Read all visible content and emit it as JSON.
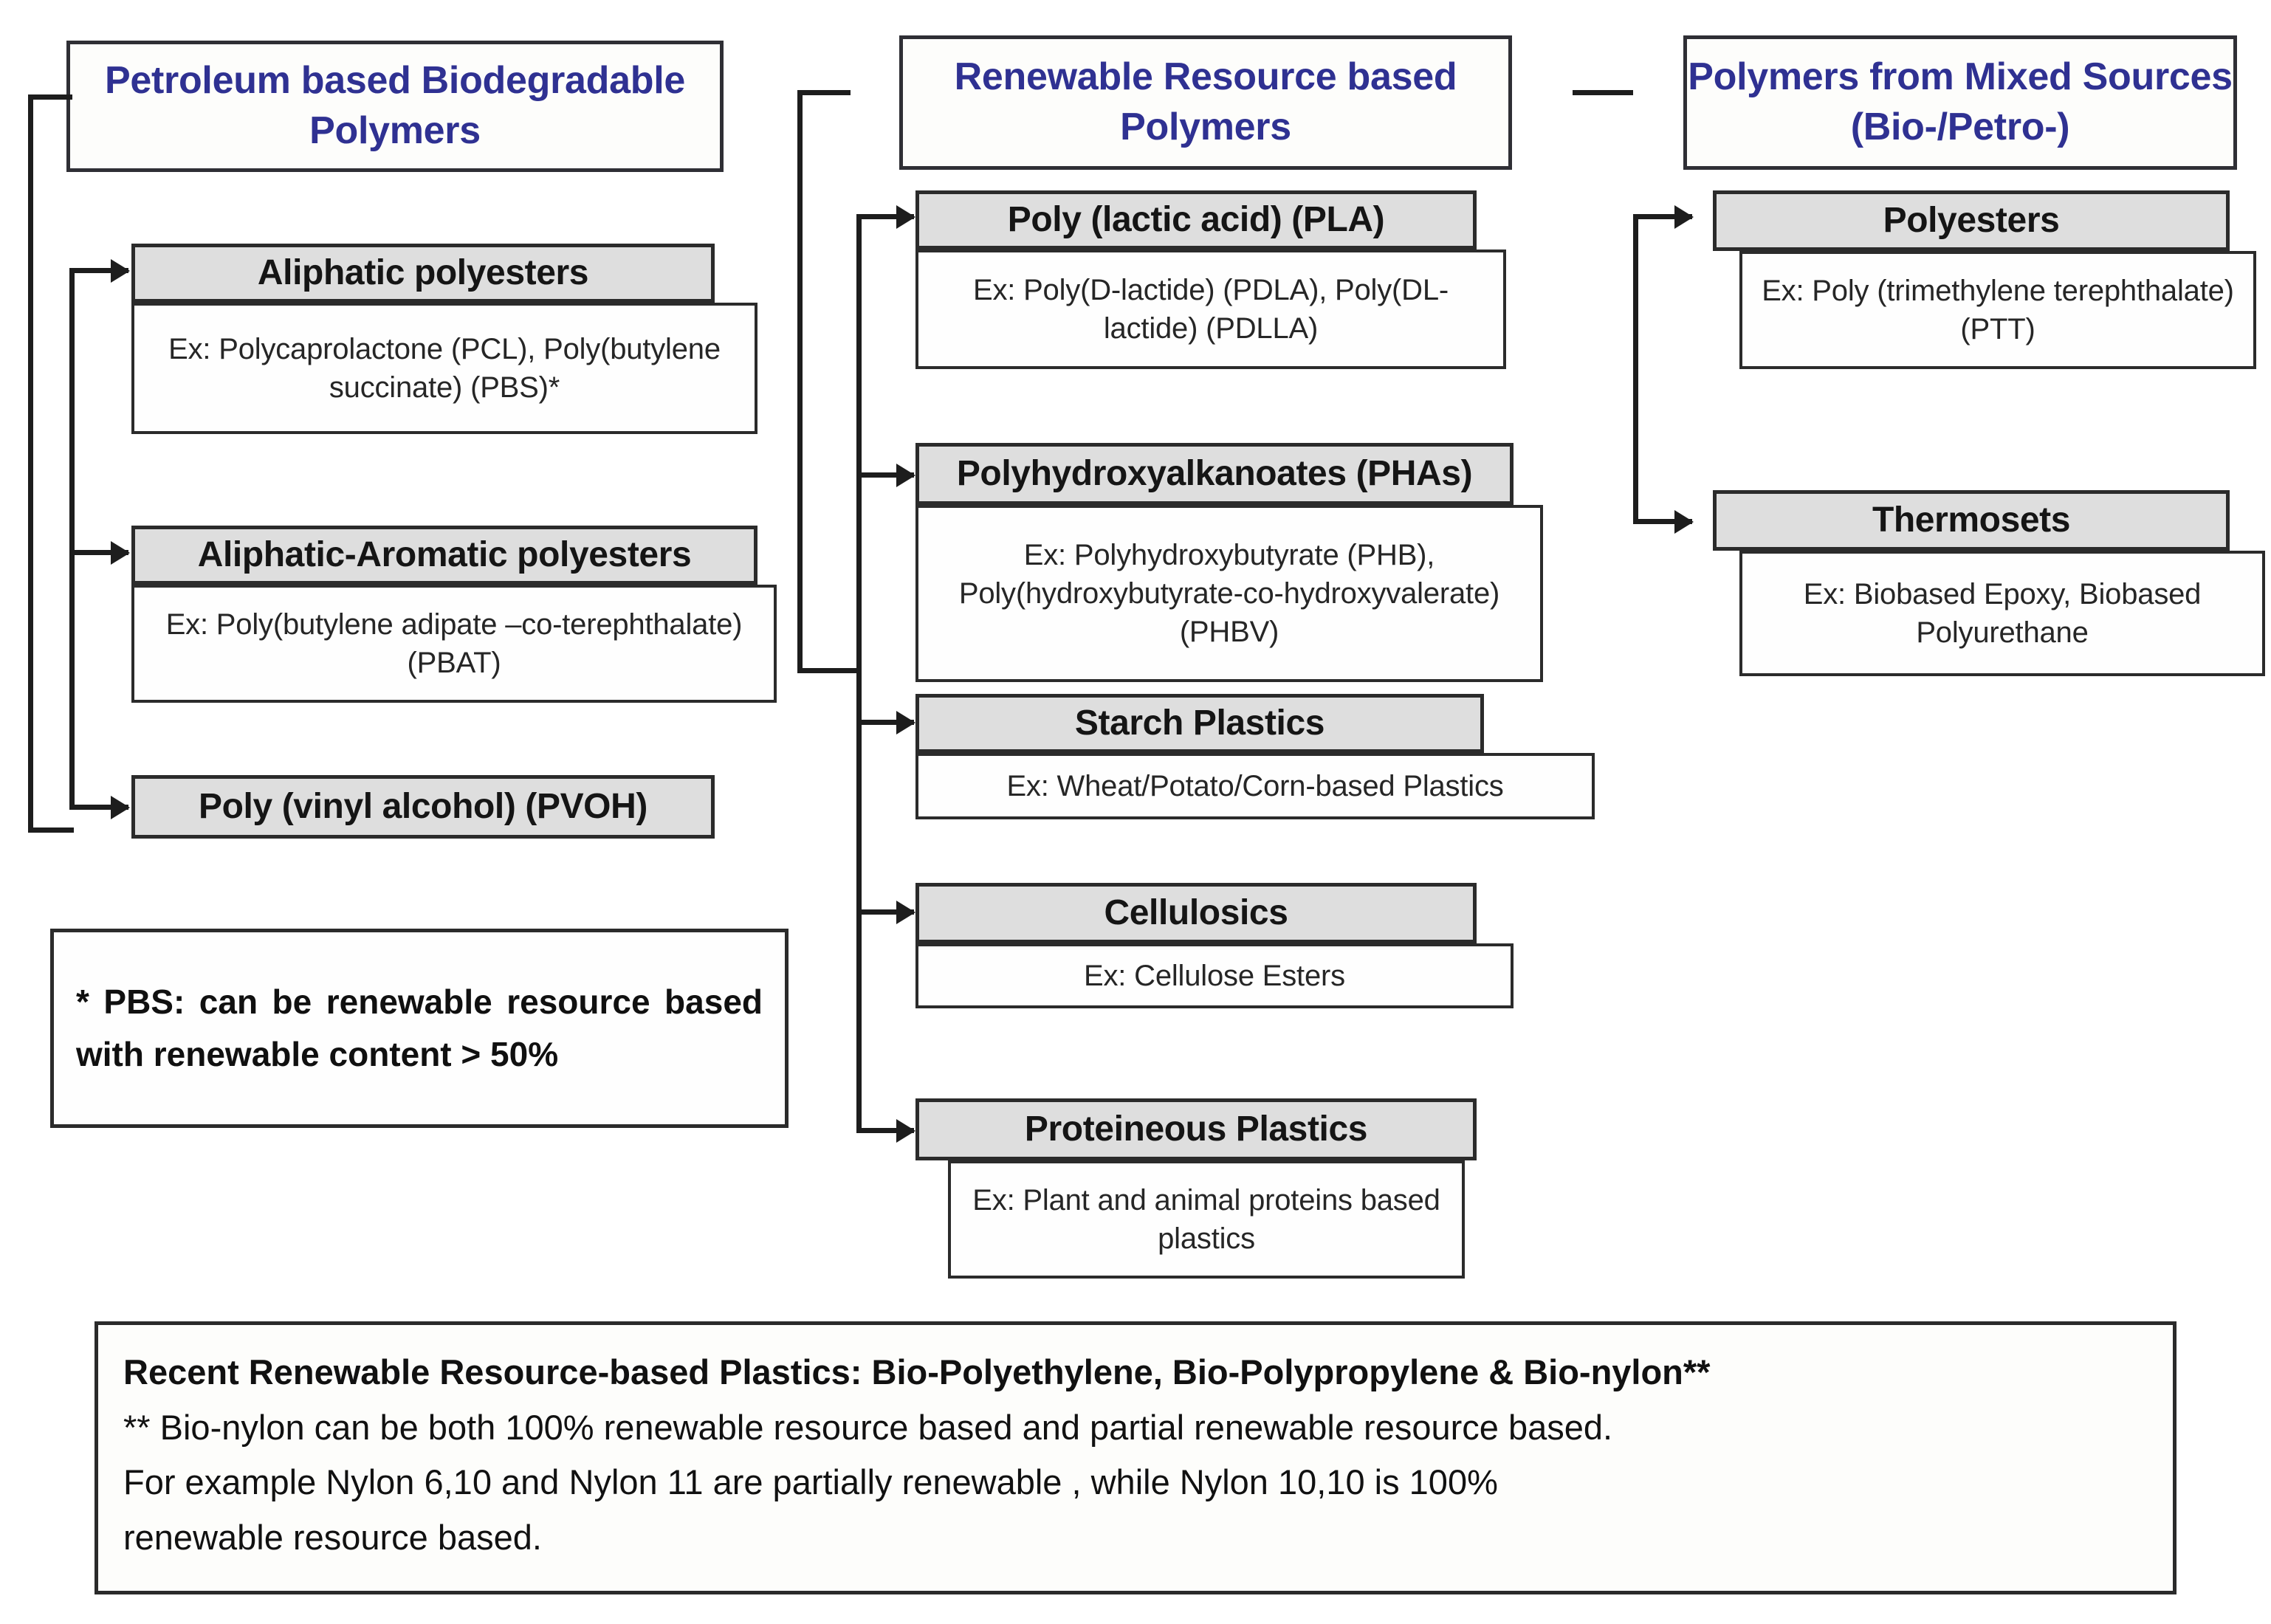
{
  "diagram": {
    "columns": [
      {
        "id": "petroleum",
        "title": "Petroleum based Biodegradable Polymers",
        "items": [
          {
            "category": "Aliphatic polyesters",
            "example": "Ex: Polycaprolactone (PCL), Poly(butylene succinate) (PBS)*"
          },
          {
            "category": "Aliphatic-Aromatic polyesters",
            "example": "Ex: Poly(butylene adipate –co-terephthalate) (PBAT)"
          },
          {
            "category": "Poly (vinyl alcohol) (PVOH)",
            "example": ""
          }
        ],
        "note": "*  PBS: can be renewable resource based with renewable content > 50%"
      },
      {
        "id": "renewable",
        "title": "Renewable Resource based Polymers",
        "items": [
          {
            "category": "Poly (lactic acid) (PLA)",
            "example": "Ex: Poly(D-lactide) (PDLA), Poly(DL-lactide) (PDLLA)"
          },
          {
            "category": "Polyhydroxyalkanoates (PHAs)",
            "example": "Ex: Polyhydroxybutyrate (PHB), Poly(hydroxybutyrate-co-hydroxyvalerate) (PHBV)"
          },
          {
            "category": "Starch Plastics",
            "example": "Ex: Wheat/Potato/Corn-based Plastics"
          },
          {
            "category": "Cellulosics",
            "example": "Ex: Cellulose Esters"
          },
          {
            "category": "Proteineous Plastics",
            "example": "Ex: Plant and animal proteins based plastics"
          }
        ]
      },
      {
        "id": "mixed",
        "title": "Polymers from Mixed Sources (Bio-/Petro-)",
        "items": [
          {
            "category": "Polyesters",
            "example": "Ex: Poly (trimethylene terephthalate) (PTT)"
          },
          {
            "category": "Thermosets",
            "example": "Ex: Biobased Epoxy, Biobased Polyurethane"
          }
        ]
      }
    ],
    "footer": {
      "line1_bold": "Recent Renewable Resource-based Plastics: Bio-Polyethylene, Bio-Polypropylene & Bio-nylon**",
      "line2": "** Bio-nylon can be both 100% renewable resource based and partial renewable resource based.",
      "line3": "For example Nylon 6,10 and Nylon 11 are partially renewable , while Nylon 10,10 is 100%",
      "line4": "renewable resource based."
    },
    "colors": {
      "title_text": "#2f3192",
      "category_fill": "#dedede",
      "border": "#2b2b2b",
      "background": "#ffffff"
    }
  }
}
